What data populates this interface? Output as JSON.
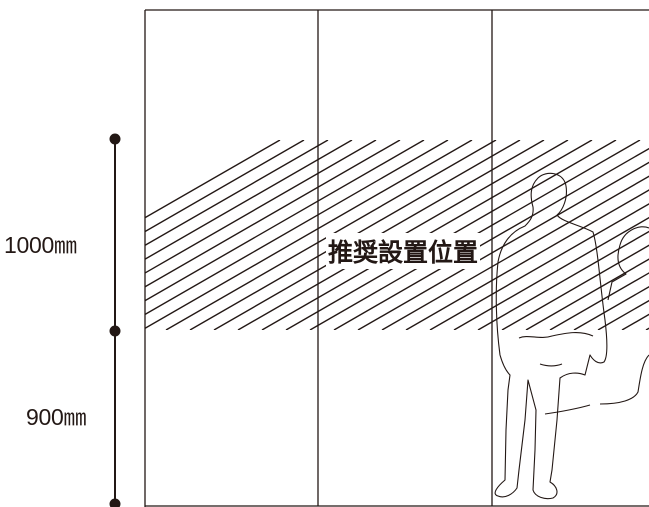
{
  "dimensions": {
    "upper": "1000㎜",
    "lower": "900㎜"
  },
  "zone": {
    "label": "推奨設置位置"
  },
  "colors": {
    "line": "#231815",
    "background": "#ffffff"
  }
}
